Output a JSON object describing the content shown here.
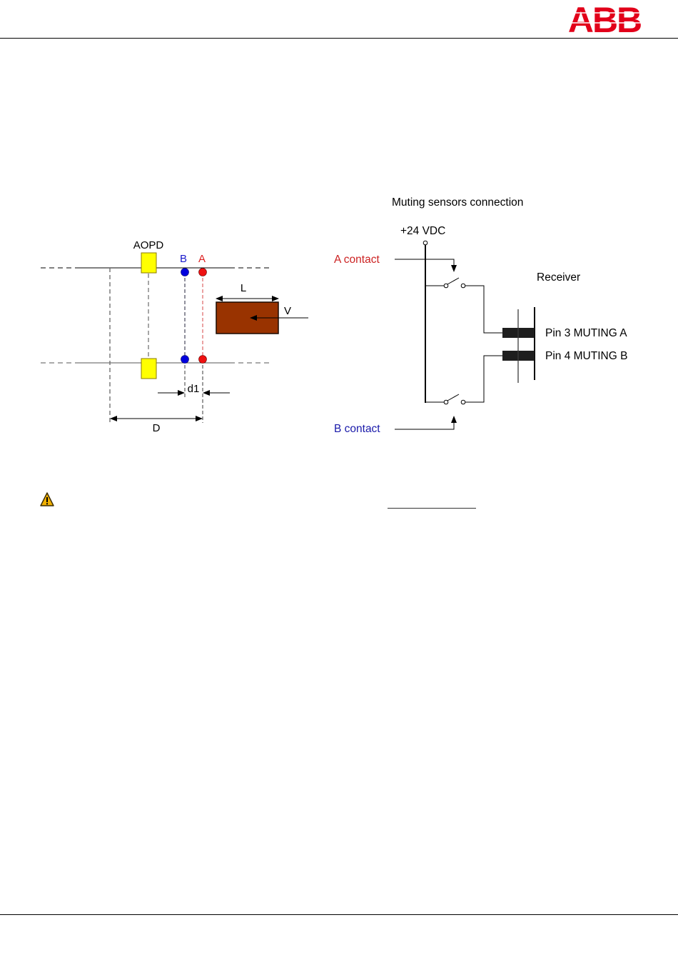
{
  "header": {
    "logo_text": "ABB",
    "logo_color": "#e2001a"
  },
  "left_diagram": {
    "aopd_label": "AOPD",
    "sensor_b_label": "B",
    "sensor_a_label": "A",
    "length_label": "L",
    "velocity_label": "V",
    "d1_label": "d1",
    "distance_label": "D",
    "colors": {
      "aopd_fill": "#ffff00",
      "sensor_b": "#0000cc",
      "sensor_a": "#dd1111",
      "object_fill": "#993300"
    }
  },
  "right_diagram": {
    "title": "Muting sensors connection",
    "supply_label": "+24 VDC",
    "a_contact_label": "A contact",
    "b_contact_label": "B contact",
    "receiver_label": "Receiver",
    "pin3_label": "Pin 3 MUTING A",
    "pin4_label": "Pin 4 MUTING B",
    "colors": {
      "a_contact": "#cc2222",
      "b_contact": "#1a1aaa"
    }
  },
  "notice": {
    "icon": "warning-icon"
  }
}
